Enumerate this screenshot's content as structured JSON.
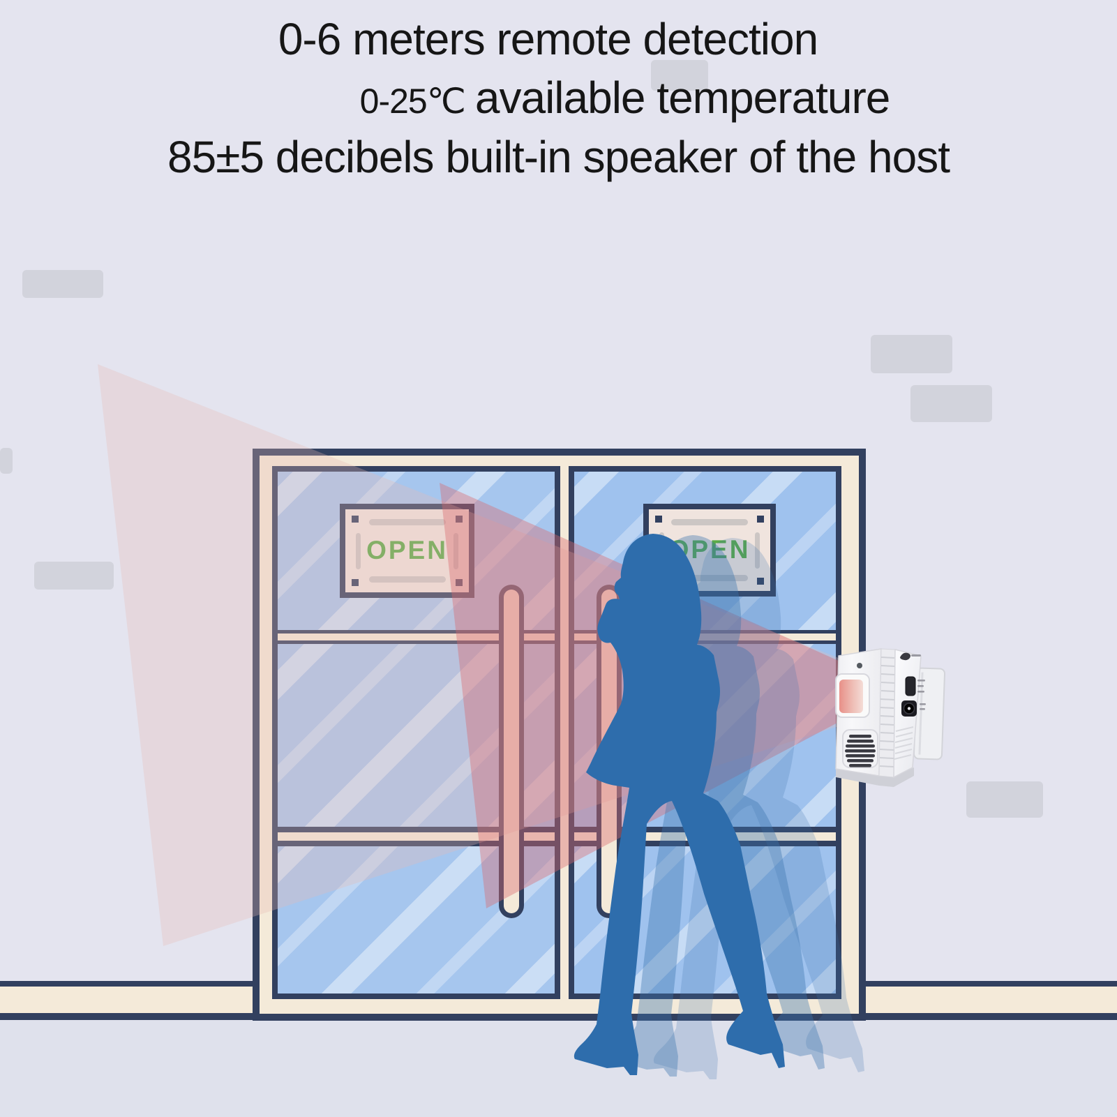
{
  "titles": {
    "line1": "0-6 meters remote detection",
    "line2_value": "0-25℃",
    "line2_text": "available temperature",
    "line3": "85±5 decibels built-in speaker of the host"
  },
  "storefront": {
    "left_sign_label": "OPEN",
    "right_sign_label": "OPEN"
  },
  "icons": {
    "sensor": "pir-sensor-window",
    "speaker": "speaker-grille-icon",
    "usb": "usb-port",
    "power": "dc-power-jack",
    "logo": "brand-logo-icon",
    "led": "indicator-led"
  },
  "colors": {
    "wall": "#e4e4ef",
    "ground": "#dfe1ec",
    "brick": "#d2d3dc",
    "frame_navy": "#32405f",
    "frame_cream": "#f4ead9",
    "glass_blue": "#a6c6ee",
    "sign_bg": "#f0e4de",
    "sign_green": "#5aab47",
    "sign_bar_gray": "#ccc6c4",
    "silhouette_blue": "#2e6dac",
    "ghost_blue": "#3b74ad",
    "beam_red": "#d96a6e",
    "beam_faint": "#e8b9b4",
    "device_white": "#f5f5f7",
    "text_dark": "#161616"
  }
}
